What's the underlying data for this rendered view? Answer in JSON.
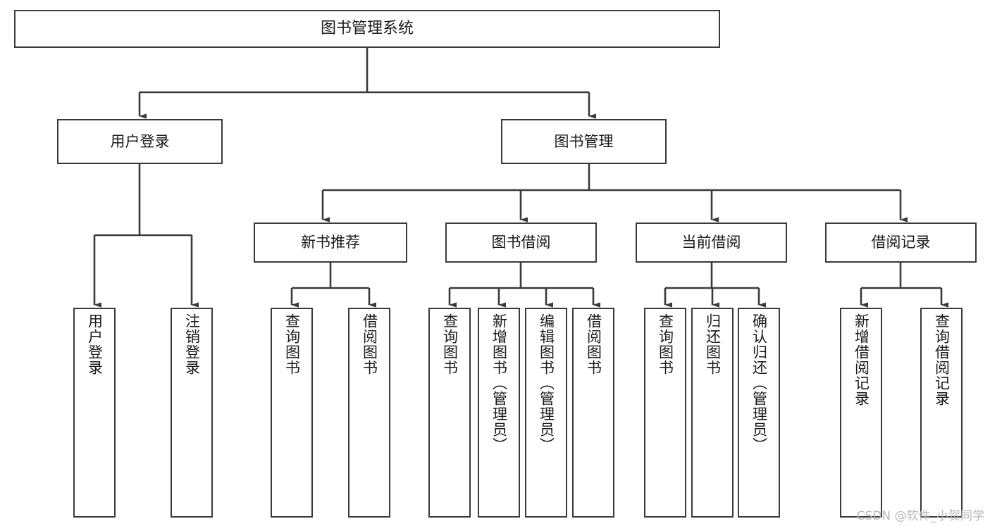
{
  "diagram": {
    "title": "图书管理系统",
    "type": "tree-hierarchy-chart",
    "colors": {
      "background": "#ffffff",
      "node_border": "#3a3a3a",
      "node_fill": "#ffffff",
      "text": "#1a1a1a",
      "connector": "#3a3a3a",
      "watermark": "#b9b9b9"
    },
    "root": {
      "label": "图书管理系统"
    },
    "level2": [
      {
        "label": "用户登录"
      },
      {
        "label": "图书管理"
      }
    ],
    "level3": [
      {
        "label": "新书推荐"
      },
      {
        "label": "图书借阅"
      },
      {
        "label": "当前借阅"
      },
      {
        "label": "借阅记录"
      }
    ],
    "leaves": {
      "user_login": [
        {
          "label": "用户登录"
        },
        {
          "label": "注销登录"
        }
      ],
      "new_book_recommend": [
        {
          "label": "查询图书"
        },
        {
          "label": "借阅图书"
        }
      ],
      "book_borrow": [
        {
          "label": "查询图书"
        },
        {
          "label": "新增图书（管理员）"
        },
        {
          "label": "编辑图书（管理员）"
        },
        {
          "label": "借阅图书"
        }
      ],
      "current_borrow": [
        {
          "label": "查询图书"
        },
        {
          "label": "归还图书"
        },
        {
          "label": "确认归还（管理员）"
        }
      ],
      "borrow_record": [
        {
          "label": "新增借阅记录"
        },
        {
          "label": "查询借阅记录"
        }
      ]
    }
  },
  "watermark": {
    "text": "CSDN @软件_小贺同学"
  }
}
